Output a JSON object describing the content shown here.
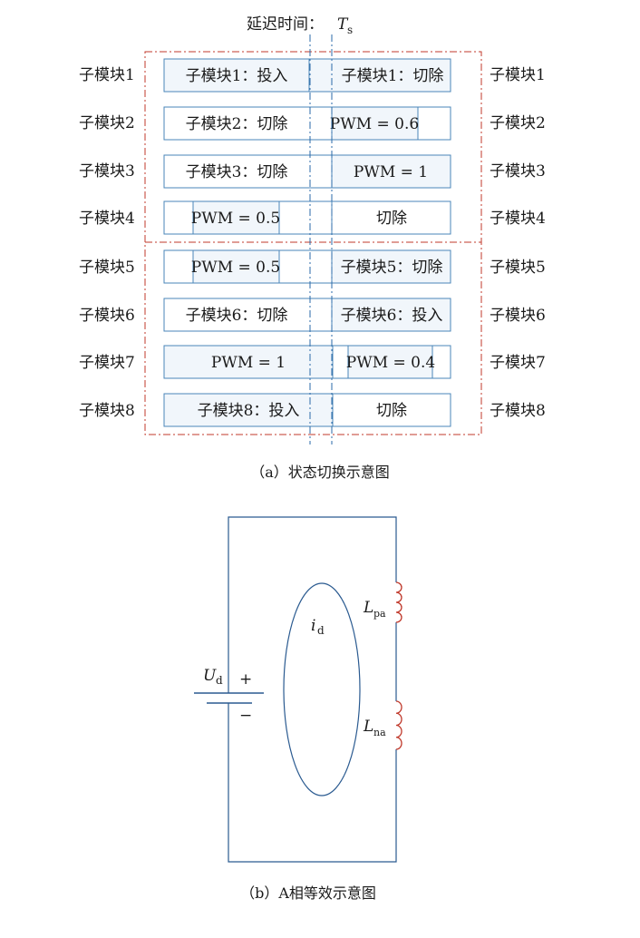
{
  "top": {
    "delay_label": "延迟时间：",
    "delay_symbol": "T",
    "delay_subscript": "s",
    "rows": [
      {
        "left_label": "子模块1",
        "right_label": "子模块1",
        "before": "子模块1：投入",
        "after": "子模块1：切除"
      },
      {
        "left_label": "子模块2",
        "right_label": "子模块2",
        "before": "子模块2：切除",
        "after": "PWM = 0.6"
      },
      {
        "left_label": "子模块3",
        "right_label": "子模块3",
        "before": "子模块3：切除",
        "after": "PWM = 1"
      },
      {
        "left_label": "子模块4",
        "right_label": "子模块4",
        "before": "PWM = 0.5",
        "after": "切除"
      },
      {
        "left_label": "子模块5",
        "right_label": "子模块5",
        "before": "PWM = 0.5",
        "after": "子模块5：切除"
      },
      {
        "left_label": "子模块6",
        "right_label": "子模块6",
        "before": "子模块6：切除",
        "after": "子模块6：投入"
      },
      {
        "left_label": "子模块7",
        "right_label": "子模块7",
        "before": "PWM = 1",
        "after": "PWM = 0.4"
      },
      {
        "left_label": "子模块8",
        "right_label": "子模块8",
        "before": "子模块8：投入",
        "after": "切除"
      }
    ],
    "caption": "（a）状态切换示意图"
  },
  "bottom": {
    "source_symbol": "U",
    "source_subscript": "d",
    "plus": "+",
    "minus": "−",
    "current_symbol": "i",
    "current_subscript": "d",
    "upper_inductor_symbol": "L",
    "upper_inductor_subscript": "pa",
    "lower_inductor_symbol": "L",
    "lower_inductor_subscript": "na",
    "caption": "（b）A相等效示意图"
  },
  "colors": {
    "box_border": "#4a86b8",
    "box_fill": "#f1f6fb",
    "dashed_frame": "#c0392b",
    "delay_line": "#2a6aa8",
    "circuit_line": "#2a5a90",
    "inductor": "#c0392b"
  }
}
